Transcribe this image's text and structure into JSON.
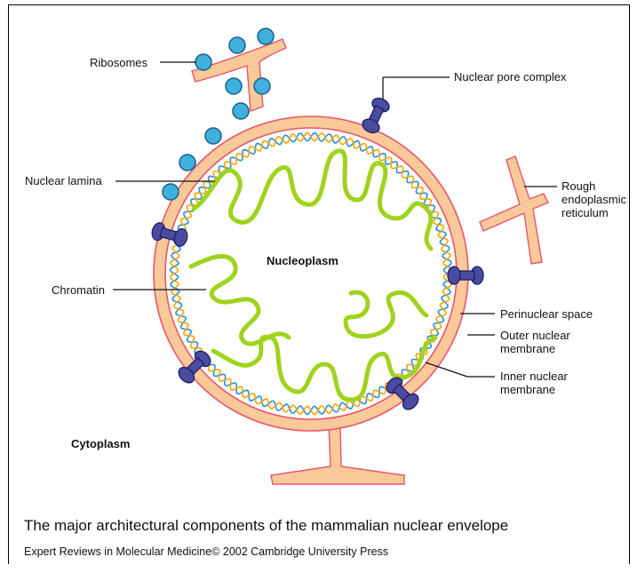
{
  "labels": {
    "ribosomes": "Ribosomes",
    "nuclear_pore_complex": "Nuclear pore complex",
    "nuclear_lamina": "Nuclear lamina",
    "rough_er_line1": "Rough",
    "rough_er_line2": "endoplasmic",
    "rough_er_line3": "reticulum",
    "chromatin": "Chromatin",
    "nucleoplasm": "Nucleoplasm",
    "perinuclear_space": "Perinuclear space",
    "outer_membrane_line1": "Outer nuclear",
    "outer_membrane_line2": "membrane",
    "inner_membrane_line1": "Inner nuclear",
    "inner_membrane_line2": "membrane",
    "cytoplasm": "Cytoplasm"
  },
  "caption": "The major architectural components of the mammalian nuclear envelope",
  "credit": "Expert Reviews in Molecular Medicine© 2002 Cambridge University Press",
  "colors": {
    "membrane_fill": "#f9c99a",
    "membrane_edge": "#e8556a",
    "chromatin": "#9fd31d",
    "lamina_blue": "#2a8fd6",
    "lamina_orange": "#f7a500",
    "ribosome": "#3fb1dc",
    "pore_complex": "#4a4ca0"
  }
}
